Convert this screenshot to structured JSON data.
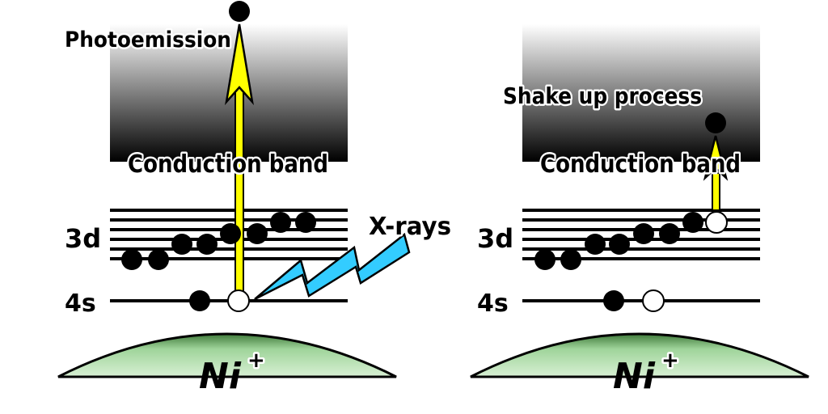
{
  "left_panel": {
    "title": "Photoemission",
    "band_label": "Conduction band",
    "level_3d": "3d",
    "level_4s": "4s",
    "xray_label": "X-rays",
    "ion_label": "Ni",
    "ion_charge": "+"
  },
  "right_panel": {
    "title": "Shake up process",
    "band_label": "Conduction band",
    "level_3d": "3d",
    "level_4s": "4s",
    "ion_label": "Ni",
    "ion_charge": "+"
  },
  "colors": {
    "band_top": "#ffffff",
    "band_bottom": "#000000",
    "arrow": "#ffff00",
    "xray": "#33ccff",
    "ion_fill": "#9fd49a",
    "ion_dark": "#3f7a3a"
  }
}
